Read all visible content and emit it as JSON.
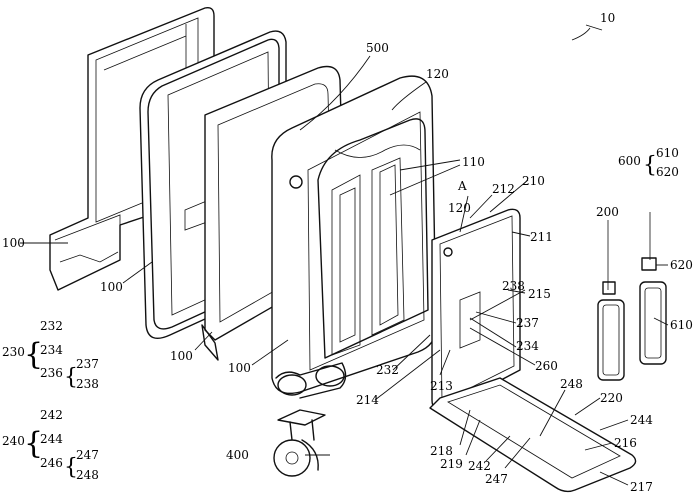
{
  "figure": {
    "assembly_ref": "10",
    "callouts": {
      "frame_panels": [
        "100",
        "100",
        "100",
        "100"
      ],
      "shell": "500",
      "shell_top": "120",
      "shell_grooves": "110",
      "section_marker": "A",
      "case_top": "120",
      "case_parts": [
        "212",
        "210",
        "211",
        "215",
        "238",
        "237",
        "234",
        "260",
        "232",
        "213",
        "214",
        "218",
        "219",
        "242",
        "247",
        "248",
        "220",
        "244",
        "216",
        "217"
      ],
      "battery_unit": "200",
      "battery_labels": [
        "620",
        "610"
      ],
      "wheel": "400"
    },
    "groups": {
      "g600": {
        "parent": "600",
        "children": [
          "610",
          "620"
        ]
      },
      "g230": {
        "parent": "230",
        "children": [
          "232",
          "234",
          "236"
        ],
        "sub_parent": "236",
        "sub_children": [
          "237",
          "238"
        ]
      },
      "g240": {
        "parent": "240",
        "children": [
          "242",
          "244",
          "246"
        ],
        "sub_parent": "246",
        "sub_children": [
          "247",
          "248"
        ]
      }
    }
  }
}
